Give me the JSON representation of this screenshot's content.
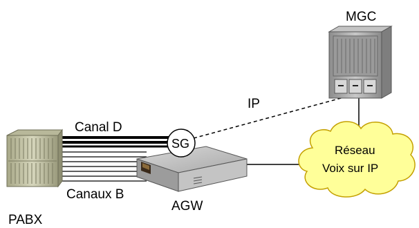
{
  "labels": {
    "mgc": "MGC",
    "ip": "IP",
    "canal_d": "Canal D",
    "sg": "SG",
    "canaux_b": "Canaux B",
    "agw": "AGW",
    "pabx": "PABX",
    "cloud_line1": "Réseau",
    "cloud_line2": "Voix sur IP"
  },
  "colors": {
    "cloud_fill": "#ffff99",
    "cloud_stroke": "#c4a000",
    "pabx_body": "#c8c8a8",
    "mgc_body": "#a8a8a8",
    "agw_body": "#b0b0b0"
  }
}
